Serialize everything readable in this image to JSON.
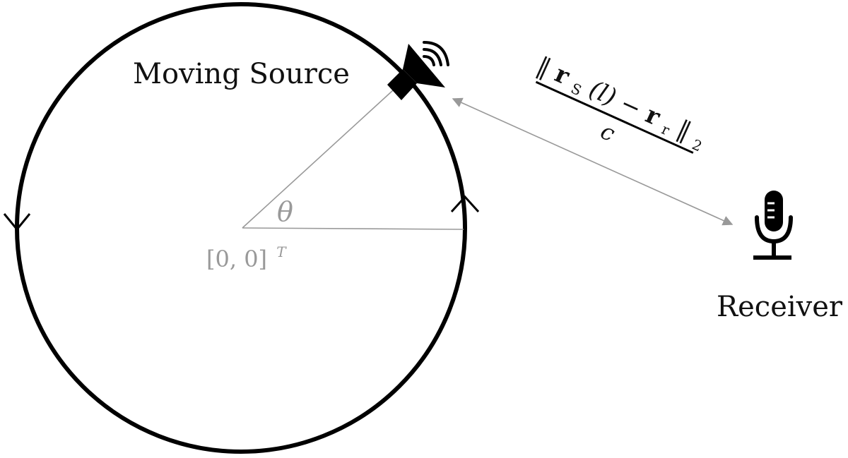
{
  "labels": {
    "moving_source": "Moving Source",
    "receiver": "Receiver",
    "angle": "θ",
    "origin_base": "[0, 0]",
    "origin_sup": "T"
  },
  "formula": {
    "norm_open": "‖",
    "r": "r",
    "sub_s": "S",
    "arg": "(l)",
    "minus": "−",
    "sub_r": "r",
    "norm_close": "‖",
    "sub_2": "2",
    "denominator": "c"
  },
  "icons": {
    "source": "speaker-icon",
    "receiver": "microphone-icon"
  },
  "colors": {
    "circle": "#000000",
    "guide": "#999999",
    "text": "#111111",
    "muted_text": "#999999"
  }
}
